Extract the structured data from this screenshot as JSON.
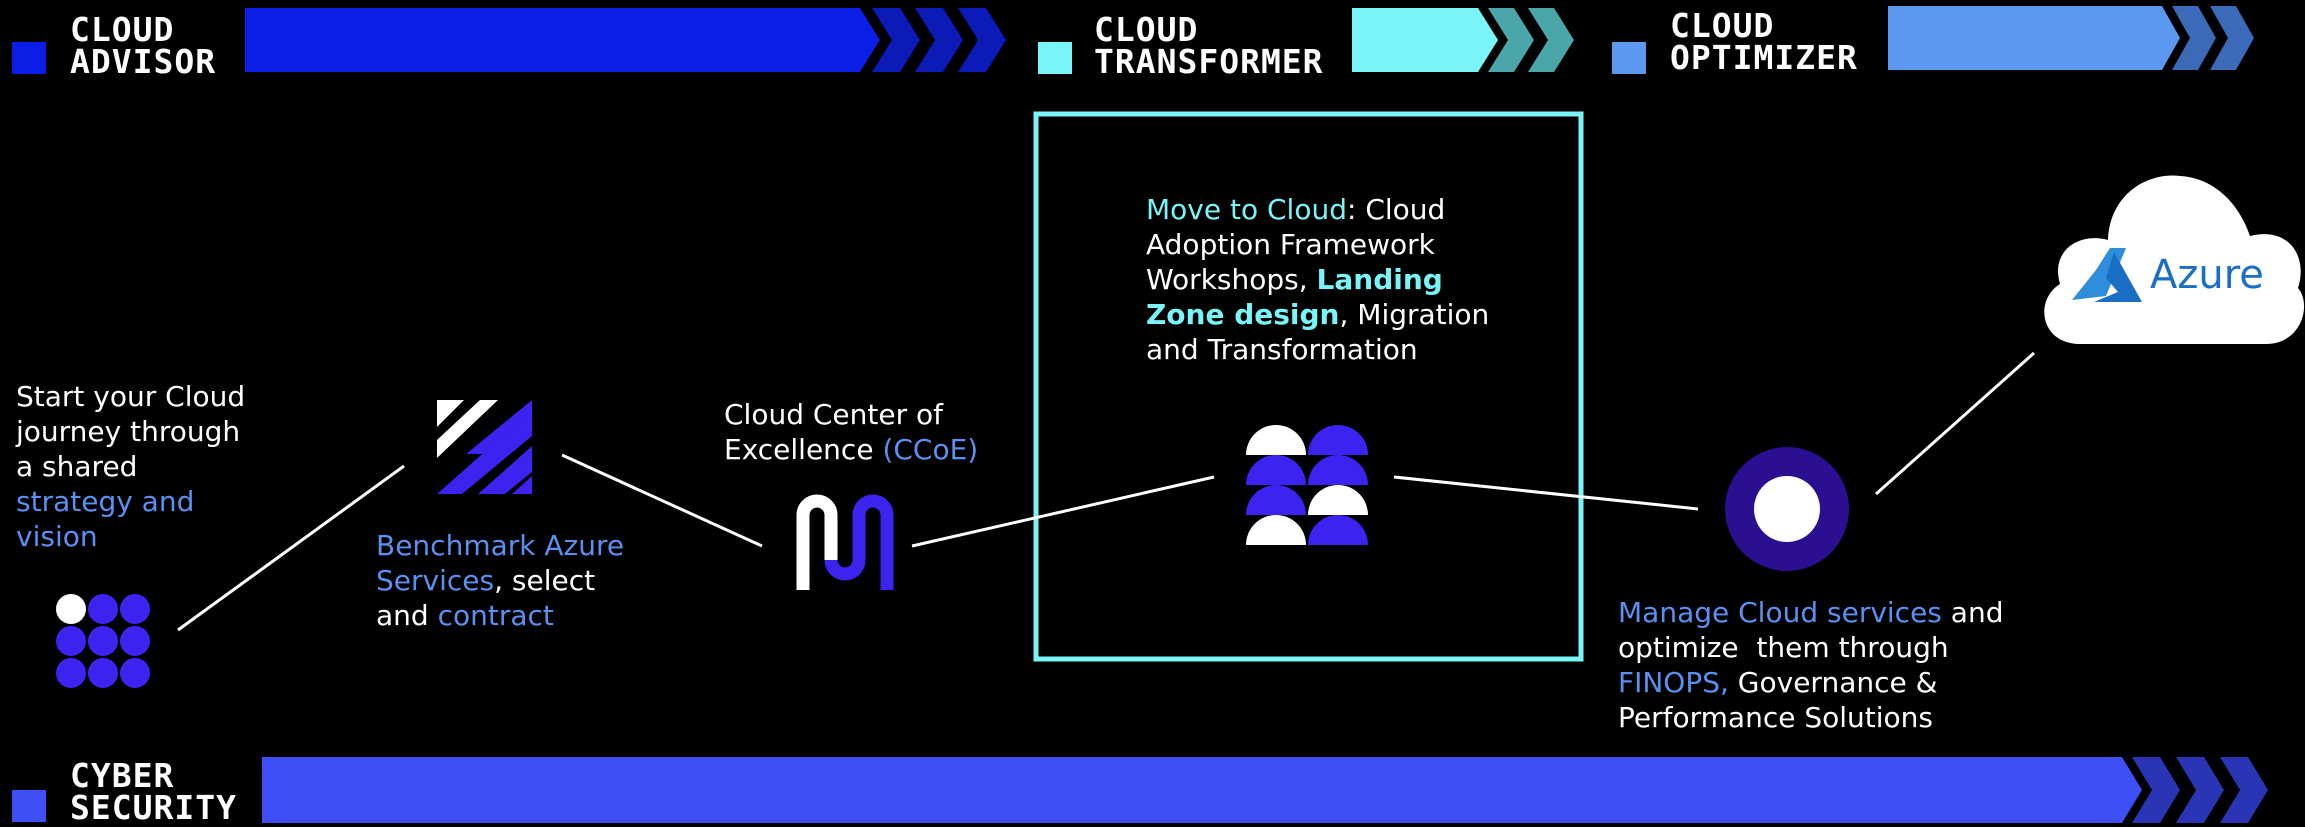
{
  "stages": {
    "advisor": {
      "line1": "CLOUD",
      "line2": "ADVISOR",
      "color": "#0a1ee8",
      "chevron_color": "#0c1ab8"
    },
    "transformer": {
      "line1": "CLOUD",
      "line2": "TRANSFORMER",
      "color": "#7af5f7",
      "chevron_color": "#4aa6a8"
    },
    "optimizer": {
      "line1": "CLOUD",
      "line2": "OPTIMIZER",
      "color": "#5b98f0",
      "chevron_color": "#3a6ab8"
    },
    "security": {
      "line1": "CYBER",
      "line2": "SECURITY",
      "color": "#3d4ff5",
      "chevron_color": "#2a35b5"
    }
  },
  "steps": {
    "start": {
      "l1": "Start your Cloud",
      "l2": "journey through",
      "l3": "a shared",
      "l4": "strategy and",
      "l5": "vision"
    },
    "benchmark": {
      "l1": "Benchmark Azure",
      "l2a": "Services",
      "l2b": ", select",
      "l3a": "and ",
      "l3b": "contract"
    },
    "ccoe": {
      "l1": "Cloud Center of",
      "l2a": "Excellence ",
      "l2b": "(CCoE)"
    },
    "move": {
      "l1a": "Move to Cloud",
      "l1b": ": Cloud",
      "l2": "Adoption Framework",
      "l3a": "Workshops, ",
      "l3b": "Landing",
      "l4a": "Zone design",
      "l4b": ", Migration",
      "l5": "and Transformation"
    },
    "manage": {
      "l1a": "Manage Cloud services",
      "l1b": " and",
      "l2": "optimize  them through",
      "l3a": "FINOPS,",
      "l3b": " Governance &",
      "l4": "Performance Solutions"
    }
  },
  "azure": {
    "label": "Azure",
    "icon": "azure-logo-icon"
  },
  "colors": {
    "accent_blue": "#5b8ff0",
    "accent_cyan": "#7af5f7",
    "purple": "#3d23f0",
    "dark_purple": "#2a1090"
  }
}
